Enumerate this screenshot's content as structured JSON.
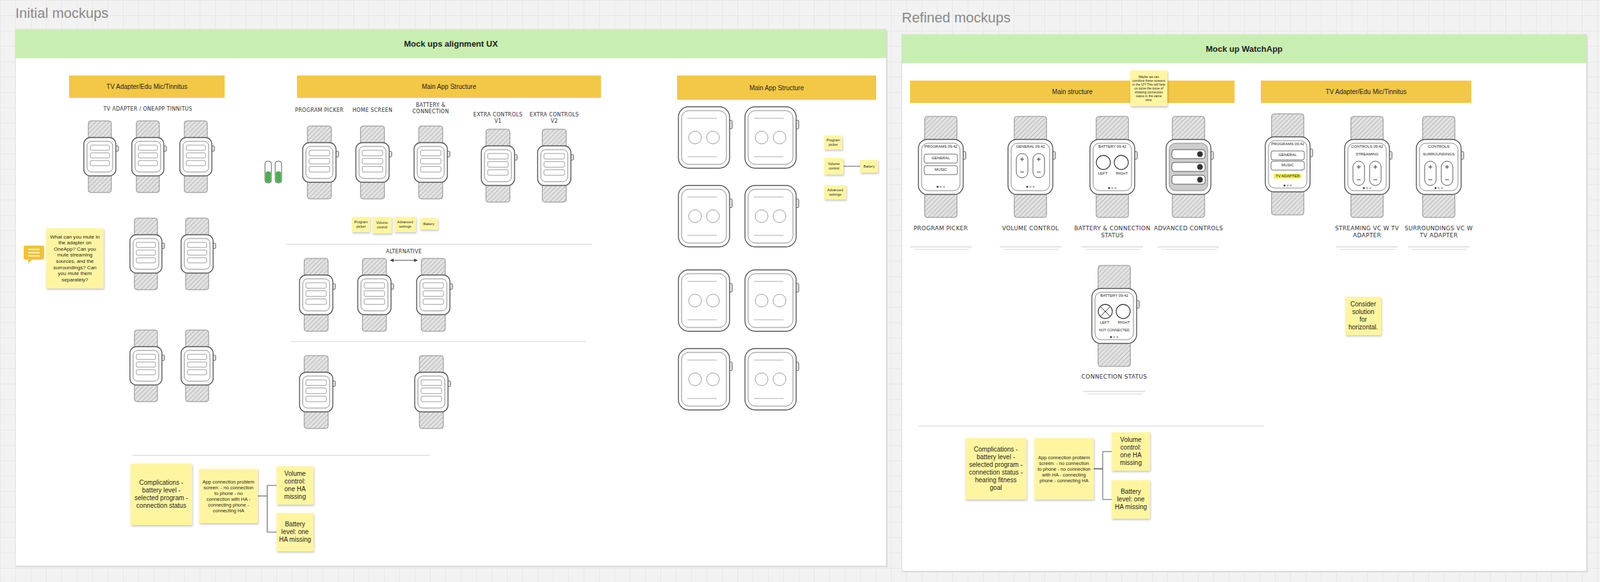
{
  "diagram": {
    "nodes": [
      {
        "text": [
          "Mock ups alignment UX"
        ]
      },
      {
        "text": [
          "TV Adapter/Edu Mic/Tinnitus"
        ],
        "in": 0
      },
      {
        "text": [
          "Main App Structure"
        ],
        "in": 0
      },
      {
        "text": [
          "Main App Structure"
        ],
        "in": 0
      },
      {
        "text": [
          "What can you mute in the adapter on OneApp? Can you mute streaming sources, and the surroundings? Can you mute them separately?"
        ],
        "in": 0
      },
      {
        "text": [
          "Complications -battery level - selected program -connection status"
        ],
        "in": 0
      },
      {
        "text": [
          "App connection problem screen: - no connection to phone - no connection with HA - connecting phone - connecting HA"
        ],
        "in": 0
      },
      {
        "text": [
          "Volume control: one HA missing"
        ],
        "in": 0
      },
      {
        "text": [
          "Battery level: one HA missing"
        ],
        "in": 0
      },
      {
        "text": [
          "Program picker"
        ],
        "in": 0
      },
      {
        "text": [
          "Volume control"
        ],
        "in": 0
      },
      {
        "text": [
          "Advanced settings"
        ],
        "in": 0
      },
      {
        "text": [
          "Battery"
        ],
        "in": 0
      },
      {
        "text": [
          "Program picker"
        ],
        "in": 0
      },
      {
        "text": [
          "Volume control"
        ],
        "in": 0
      },
      {
        "text": [
          "Advanced settings"
        ],
        "in": 0
      },
      {
        "text": [
          "Battery"
        ],
        "in": 0
      },
      {
        "text": [
          "Mock up WatchApp"
        ]
      },
      {
        "text": [
          "Main structure"
        ],
        "in": 17
      },
      {
        "text": [
          "TV Adapter/Edu Mic/Tinnitus"
        ],
        "in": 17
      },
      {
        "text": [
          "Maybe we can combine these screens in the UI? This will help us solve the issue of showing connection status in the same view."
        ],
        "in": 17
      },
      {
        "text": [
          "Complications - battery level - selected program - connection status - hearing fitness goal"
        ],
        "in": 17
      },
      {
        "text": [
          "App connection problem screen: - no connection to phone - no connection with HA - connecting phone - connecting HA"
        ],
        "in": 17
      },
      {
        "text": [
          "Volume control: one HA missing"
        ],
        "in": 17
      },
      {
        "text": [
          "Battery level: one HA missing"
        ],
        "in": 17
      },
      {
        "text": [
          "Consider solution for horizontal."
        ],
        "in": 17
      }
    ],
    "edges": [
      {
        "from": 6,
        "to": 7,
        "arrow": "none"
      },
      {
        "from": 6,
        "to": 8,
        "arrow": "none"
      },
      {
        "from": 14,
        "to": 16,
        "arrow": "none"
      },
      {
        "from": 22,
        "to": 23,
        "arrow": "none"
      },
      {
        "from": 22,
        "to": 24,
        "arrow": "none"
      }
    ],
    "labels": [
      "Initial mockups",
      "Refined mockups",
      "TV ADAPTER / ONEAPP TINNITUS",
      "PROGRAM PICKER",
      "HOME SCREEN",
      "BATTERY & CONNECTION",
      "EXTRA CONTROLS V1",
      "EXTRA CONTROLS V2",
      "ALTERNATIVE",
      "PROGRAMS 09:42",
      "GENERAL",
      "MUSIC",
      "GENERAL 09:42",
      "BATTERY 09:42",
      "LEFT",
      "RIGHT",
      "BATTERY 09:42",
      "LEFT",
      "RIGHT",
      "NOT CONNECTED",
      "PROGRAMS 09:42",
      "GENERAL",
      "MUSIC",
      "TV ADAPTER",
      "CONTROLS 09:42",
      "STREAMING",
      "CONTROLS",
      "SURROUNDINGS",
      "PROGRAM PICKER",
      "VOLUME CONTROL",
      "BATTERY & CONNECTION STATUS",
      "ADVANCED CONTROLS",
      "CONNECTION STATUS",
      "STREAMING VC W TV ADAPTER",
      "SURROUNDINGS VC W TV ADAPTER"
    ]
  }
}
